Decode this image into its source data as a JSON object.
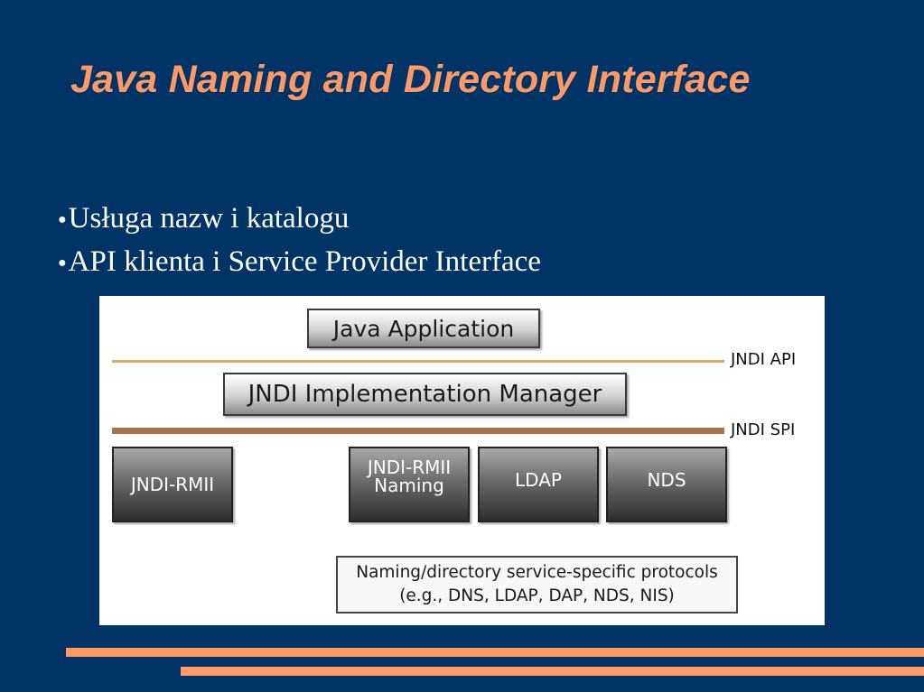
{
  "slide": {
    "title": "Java Naming and Directory Interface",
    "bullets": [
      "Usługa nazw i katalogu",
      "API klienta i Service Provider Interface"
    ],
    "bullet_symbol": "●"
  },
  "diagram": {
    "application": "Java Application",
    "api_label": "JNDI API",
    "manager": "JNDI Implementation Manager",
    "spi_label": "JNDI SPI",
    "providers": [
      {
        "line1": "JNDI-RMII",
        "line2": ""
      },
      {
        "line1": "JNDI-RMII",
        "line2": "Naming"
      },
      {
        "line1": "LDAP",
        "line2": ""
      },
      {
        "line1": "NDS",
        "line2": ""
      }
    ],
    "protocols_line1": "Naming/directory service-specific protocols",
    "protocols_line2": "(e.g., DNS, LDAP, DAP, NDS, NIS)"
  },
  "colors": {
    "background": "#003466",
    "title": "#ff9966",
    "accent_stripes": "#ff9966",
    "api_line": "#d9a86b",
    "spi_line": "#a8754a"
  }
}
